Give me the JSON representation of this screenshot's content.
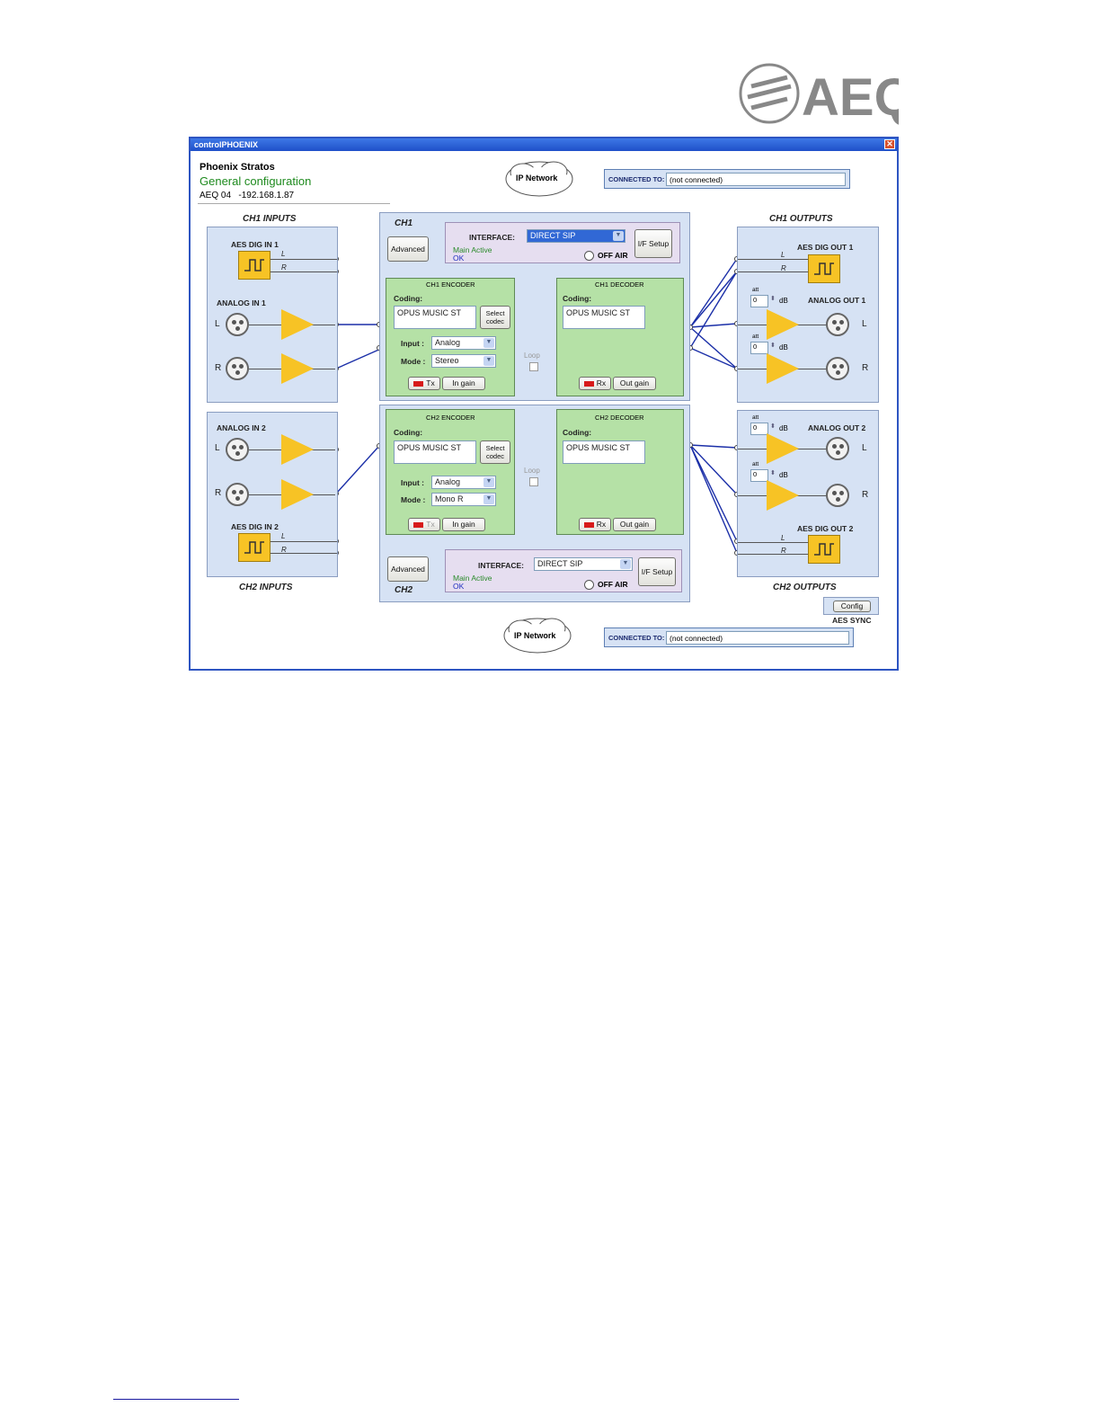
{
  "brand": {
    "logo_text": "AEQ"
  },
  "window": {
    "title": "controlPHOENIX",
    "close_glyph": "✕",
    "device": {
      "name": "Phoenix Stratos",
      "section": "General configuration",
      "id": "AEQ 04",
      "ip": "-192.168.1.87"
    }
  },
  "network": {
    "cloud_label_top": "IP Network",
    "cloud_label_bottom": "IP Network",
    "connected_label": "CONNECTED TO:",
    "ch1_connected_value": "(not connected)",
    "ch2_connected_value": "(not connected)"
  },
  "ch1_inputs": {
    "title": "CH1 INPUTS",
    "aes_label": "AES DIG IN 1",
    "aes_l": "L",
    "aes_r": "R",
    "analog_label": "ANALOG IN 1",
    "left": "L",
    "right": "R"
  },
  "ch2_inputs": {
    "title": "CH2 INPUTS",
    "aes_label": "AES DIG IN 2",
    "aes_l": "L",
    "aes_r": "R",
    "analog_label": "ANALOG IN 2",
    "left": "L",
    "right": "R"
  },
  "ch1": {
    "title": "CH1",
    "advanced_label": "Advanced",
    "interface_label": "INTERFACE:",
    "interface_value": "DIRECT SIP",
    "status_line": "Main Active",
    "status_ok": "OK",
    "off_air": "OFF AIR",
    "if_setup": "I/F Setup",
    "encoder": {
      "title": "CH1 ENCODER",
      "coding_label": "Coding:",
      "coding_value": "OPUS MUSIC ST",
      "select_codec": "Select codec",
      "input_label": "Input :",
      "input_value": "Analog",
      "mode_label": "Mode :",
      "mode_value": "Stereo",
      "tx": "Tx",
      "in_gain": "In gain"
    },
    "decoder": {
      "title": "CH1 DECODER",
      "coding_label": "Coding:",
      "coding_value": "OPUS MUSIC ST",
      "rx": "Rx",
      "out_gain": "Out gain"
    },
    "loop": "Loop"
  },
  "ch2": {
    "title": "CH2",
    "advanced_label": "Advanced",
    "interface_label": "INTERFACE:",
    "interface_value": "DIRECT SIP",
    "status_line": "Main Active",
    "status_ok": "OK",
    "off_air": "OFF AIR",
    "if_setup": "I/F Setup",
    "encoder": {
      "title": "CH2 ENCODER",
      "coding_label": "Coding:",
      "coding_value": "OPUS MUSIC ST",
      "select_codec": "Select codec",
      "input_label": "Input :",
      "input_value": "Analog",
      "mode_label": "Mode :",
      "mode_value": "Mono R",
      "tx": "Tx",
      "in_gain": "In gain"
    },
    "decoder": {
      "title": "CH2 DECODER",
      "coding_label": "Coding:",
      "coding_value": "OPUS MUSIC ST",
      "rx": "Rx",
      "out_gain": "Out gain"
    },
    "loop": "Loop"
  },
  "ch1_outputs": {
    "title": "CH1 OUTPUTS",
    "aes_label": "AES DIG OUT 1",
    "aes_l": "L",
    "aes_r": "R",
    "analog_label": "ANALOG OUT 1",
    "left": "L",
    "right": "R",
    "att_label": "att",
    "att_left": "0",
    "att_right": "0",
    "db": "dB"
  },
  "ch2_outputs": {
    "title": "CH2 OUTPUTS",
    "aes_label": "AES DIG OUT 2",
    "aes_l": "L",
    "aes_r": "R",
    "analog_label": "ANALOG OUT 2",
    "left": "L",
    "right": "R",
    "att_label": "att",
    "att_left": "0",
    "att_right": "0",
    "db": "dB"
  },
  "aes_sync": {
    "config": "Config",
    "label": "AES SYNC"
  },
  "colors": {
    "accent": "#2e55c2",
    "panel": "#d6e2f4",
    "green": "#b5e1a6",
    "amp": "#f7c325",
    "status_green": "#2a8a2a",
    "status_ok": "#1f2fc0"
  }
}
